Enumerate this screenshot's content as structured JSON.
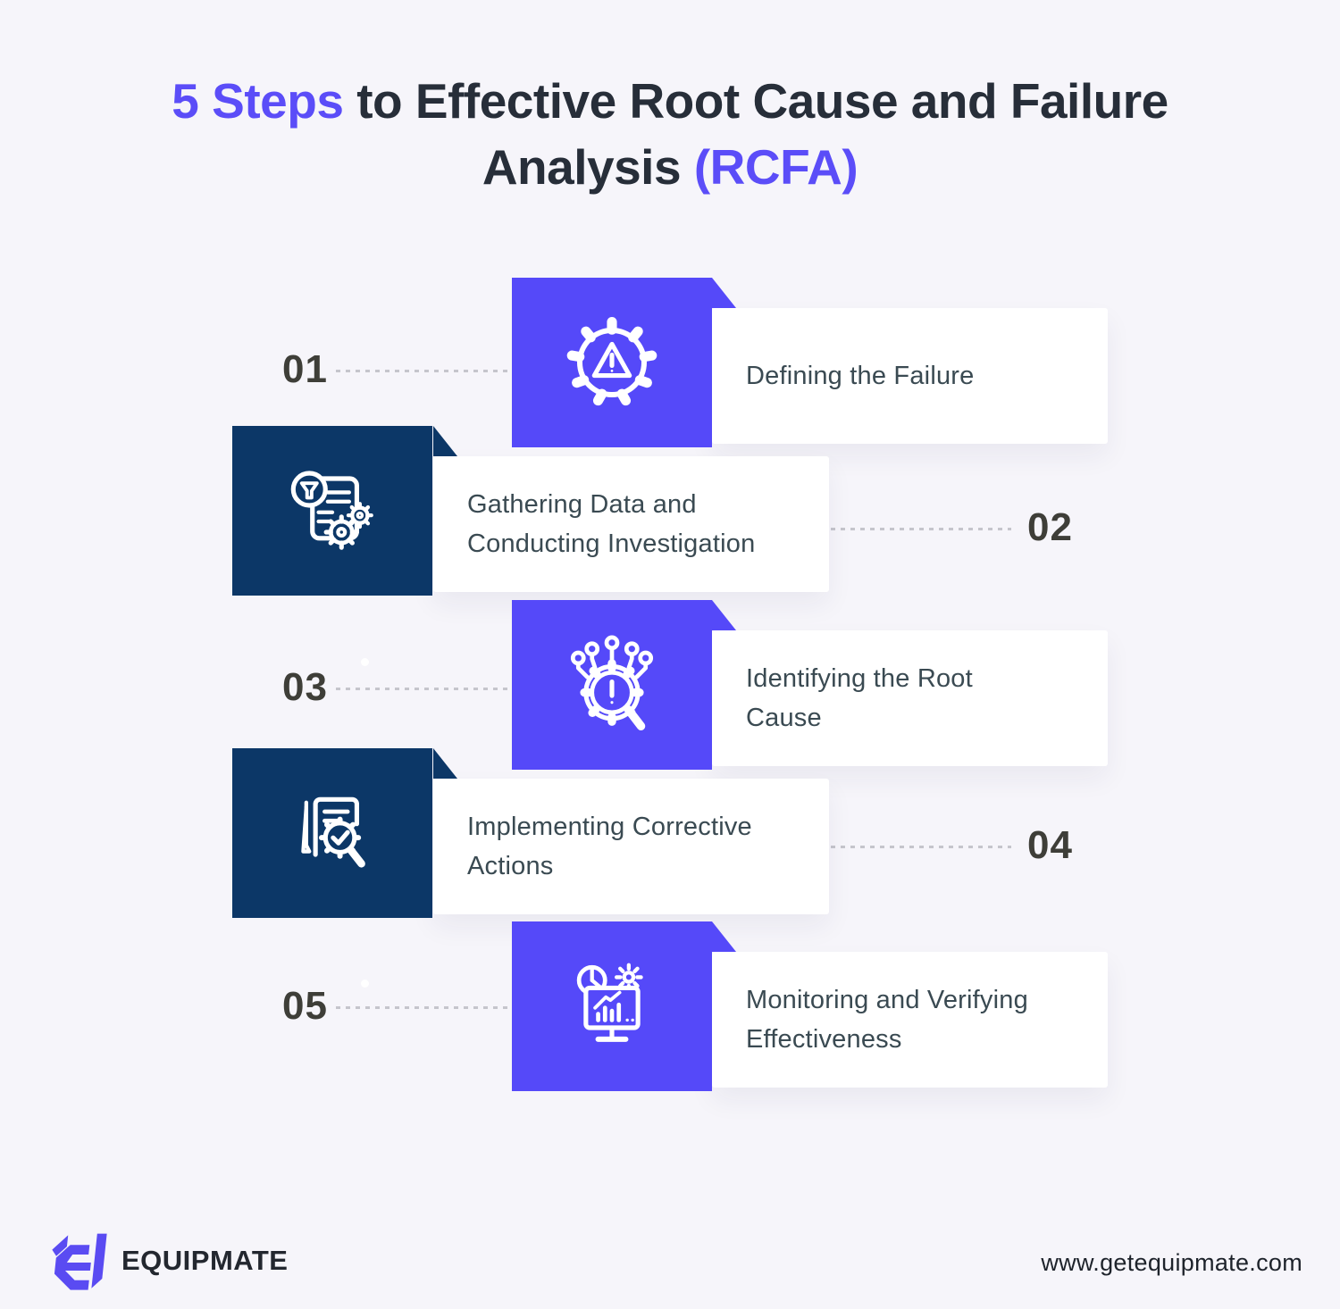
{
  "title": {
    "accent1": "5 Steps",
    "rest1": " to Effective Root Cause and Failure",
    "line2": "Analysis ",
    "accent2": "(RCFA)"
  },
  "steps": [
    {
      "number": "01",
      "label": "Defining the Failure",
      "icon": "gear-warning-icon",
      "theme": "purple",
      "number_side": "left"
    },
    {
      "number": "02",
      "label": "Gathering Data and\nConducting Investigation",
      "icon": "data-gathering-icon",
      "theme": "navy",
      "number_side": "right"
    },
    {
      "number": "03",
      "label": "Identifying the Root\nCause",
      "icon": "root-cause-magnifier-icon",
      "theme": "purple",
      "number_side": "left"
    },
    {
      "number": "04",
      "label": "Implementing Corrective\nActions",
      "icon": "corrective-actions-icon",
      "theme": "navy",
      "number_side": "right"
    },
    {
      "number": "05",
      "label": "Monitoring and Verifying\nEffectiveness",
      "icon": "monitoring-dashboard-icon",
      "theme": "purple",
      "number_side": "left"
    }
  ],
  "footer": {
    "brand": "EQUIPMATE",
    "website": "www.getequipmate.com",
    "logo_icon": "equipmate-logo-mark"
  },
  "colors": {
    "purple": "#5549F9",
    "title_accent": "#5B4DF8",
    "navy": "#0C3767",
    "background": "#F6F5FA",
    "card_text": "#3A4A52",
    "number_text": "#3E3E38",
    "title_dark": "#272E39"
  }
}
